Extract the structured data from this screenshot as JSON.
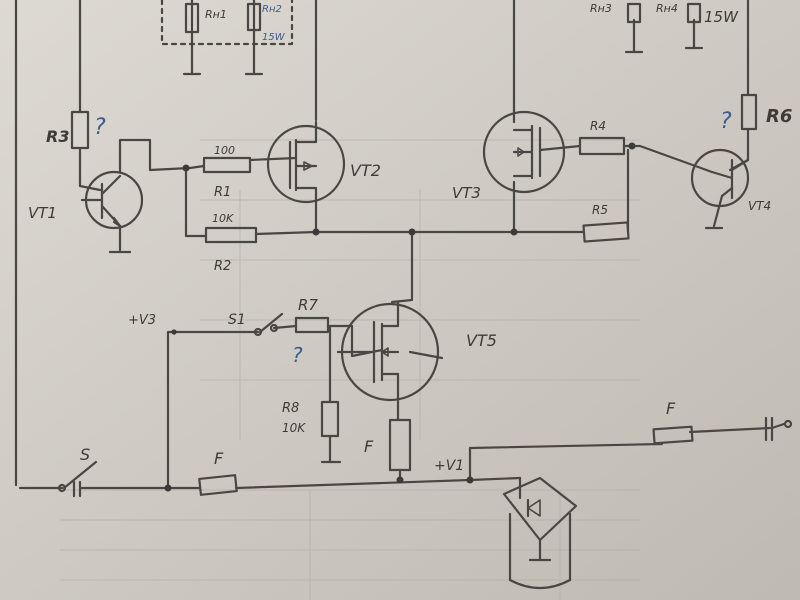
{
  "labels": {
    "rn1": "Rн1",
    "rn2": "Rн2",
    "rn2_power": "15W",
    "rn3": "Rн3",
    "rn4": "Rн4",
    "rn4_power": "15W",
    "r3": "R3",
    "r6": "R6",
    "q_r3": "?",
    "q_r6": "?",
    "q_r7": "?",
    "r1": "R1",
    "r1_value": "100",
    "r2": "R2",
    "r2_value": "10K",
    "r4": "R4",
    "r5": "R5",
    "r7": "R7",
    "r8": "R8",
    "r8_value": "10K",
    "vt1": "VT1",
    "vt2": "VT2",
    "vt3": "VT3",
    "vt4": "VT4",
    "vt5": "VT5",
    "v3": "+V3",
    "s1": "S1",
    "s": "S",
    "f1": "F",
    "f2": "F",
    "f3": "F",
    "v1": "+V1"
  }
}
